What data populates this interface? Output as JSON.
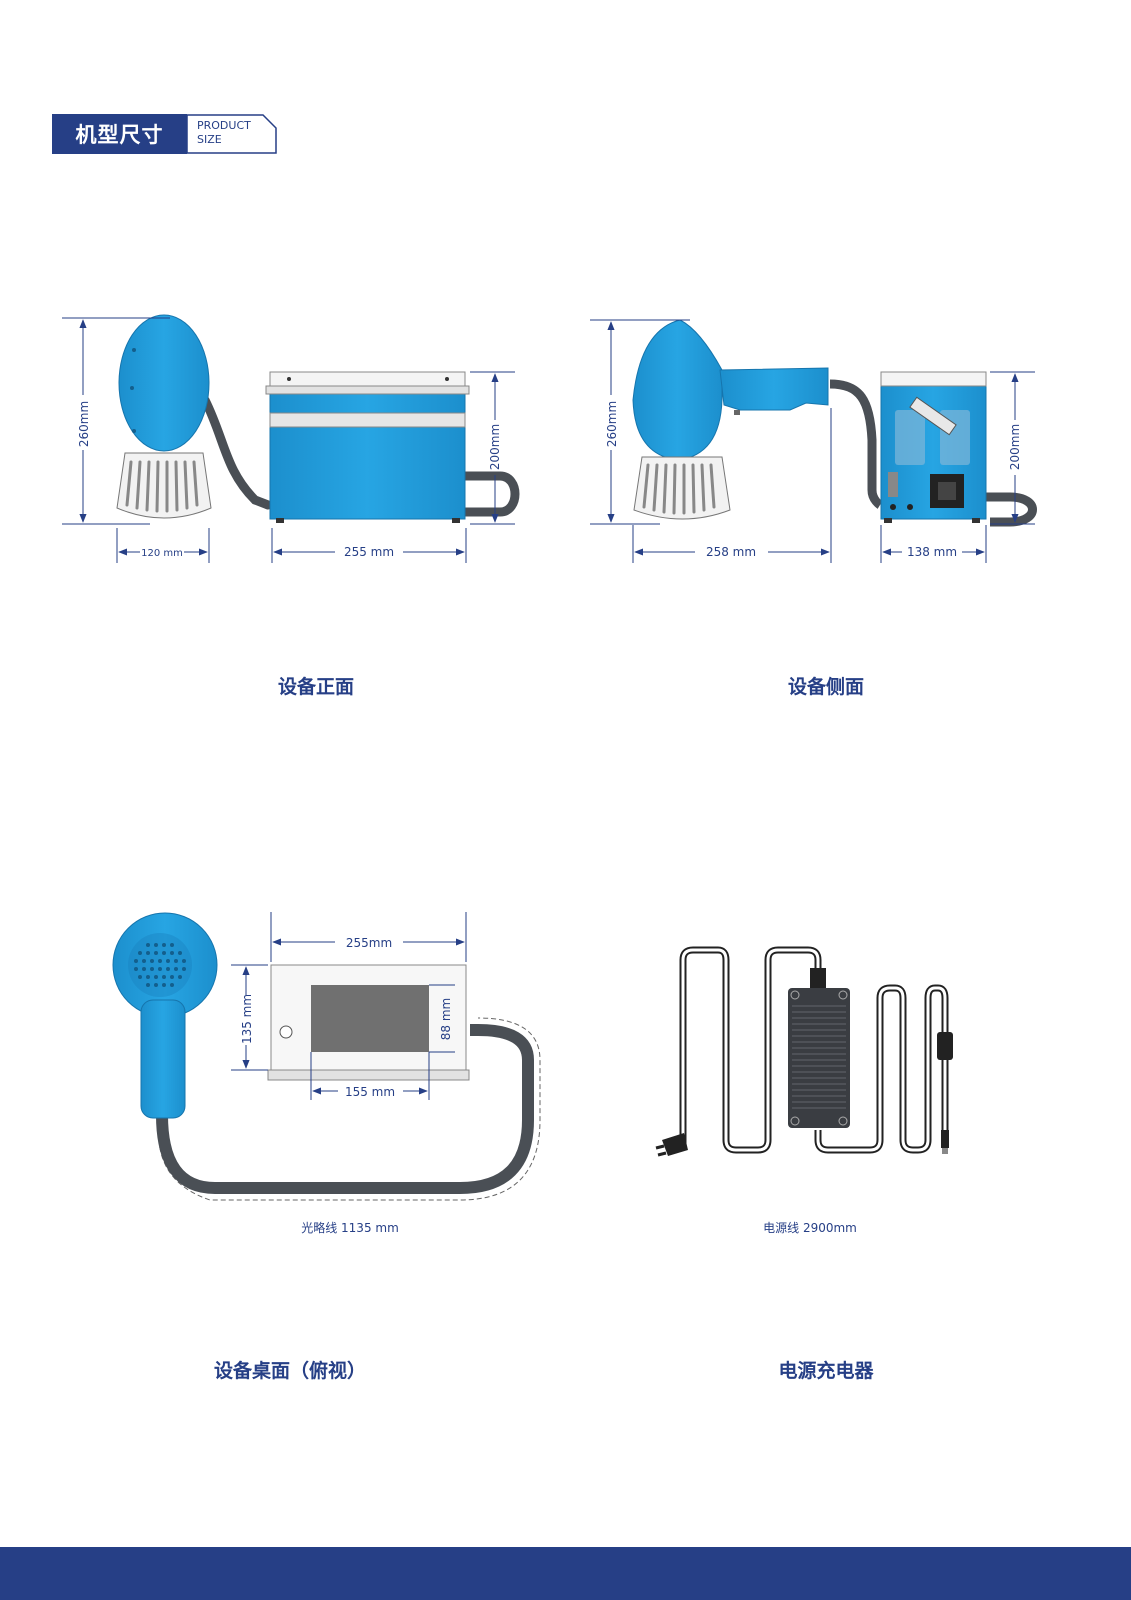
{
  "header": {
    "title_cn": "机型尺寸",
    "title_en_line1": "PRODUCT",
    "title_en_line2": "SIZE"
  },
  "colors": {
    "brand_blue": "#263f86",
    "device_blue": "#1d9ad6",
    "cable_gray": "#4a4f55",
    "footer": "#263f86"
  },
  "views": [
    {
      "caption": "设备正面",
      "dims": [
        "260mm",
        "200mm",
        "120 mm",
        "255 mm"
      ]
    },
    {
      "caption": "设备侧面",
      "dims": [
        "260mm",
        "200mm",
        "258 mm",
        "138 mm"
      ]
    },
    {
      "caption": "设备桌面（俯视）",
      "dims": [
        "255mm",
        "135 mm",
        "88 mm",
        "155 mm"
      ],
      "note": "光略线 1135 mm"
    },
    {
      "caption": "电源充电器",
      "note": "电源线 2900mm"
    }
  ]
}
